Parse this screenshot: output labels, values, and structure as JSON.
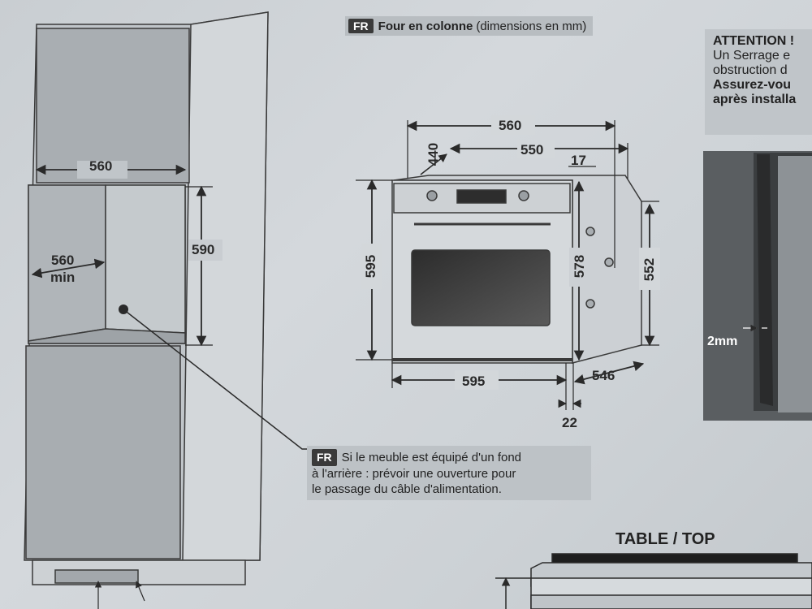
{
  "header": {
    "lang_tag": "FR",
    "title": "Four en colonne",
    "subtitle": "(dimensions en mm)"
  },
  "cabinet": {
    "width_top": "560",
    "niche_height": "590",
    "niche_depth": "560",
    "niche_depth_suffix": "min"
  },
  "oven": {
    "width_total": "560",
    "depth_550": "550",
    "depth_440": "440",
    "offset_17": "17",
    "height_595": "595",
    "height_578": "578",
    "height_552": "552",
    "width_595": "595",
    "depth_546": "546",
    "front_22": "22"
  },
  "note": {
    "lang_tag": "FR",
    "line1": "Si le meuble est équipé d'un fond",
    "line2": "à l'arrière : prévoir une ouverture pour",
    "line3": "le passage du câble d'alimentation."
  },
  "attention": {
    "title": "ATTENTION !",
    "line1": "Un Serrage e",
    "line2": "obstruction d",
    "line3": "Assurez-vou",
    "line4": "après installa"
  },
  "detail": {
    "gap_label": "2mm"
  },
  "table_top": {
    "title": "TABLE / TOP"
  }
}
